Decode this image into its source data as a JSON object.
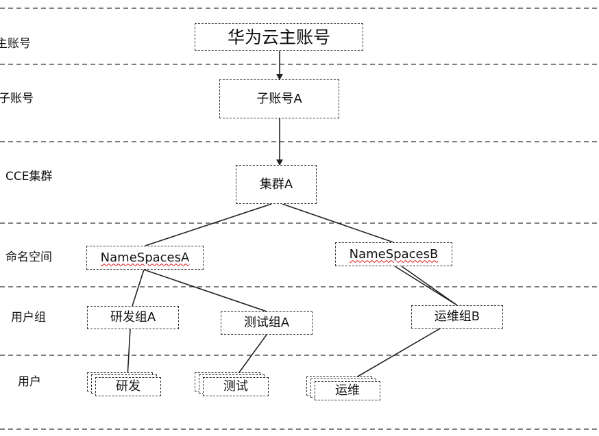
{
  "lanes": [
    {
      "id": "root-account",
      "label": "主账号"
    },
    {
      "id": "sub-account",
      "label": "子账号"
    },
    {
      "id": "cce-cluster",
      "label": "CCE集群"
    },
    {
      "id": "namespace",
      "label": "命名空间"
    },
    {
      "id": "user-group",
      "label": "用户组"
    },
    {
      "id": "user",
      "label": "用户"
    }
  ],
  "nodes": {
    "root": {
      "label": "华为云主账号"
    },
    "sub_a": {
      "label": "子账号A"
    },
    "cluster_a": {
      "label": "集群A"
    },
    "ns_a": {
      "label": "NameSpacesA"
    },
    "ns_b": {
      "label": "NameSpacesB"
    },
    "group_dev": {
      "label": "研发组A"
    },
    "group_test": {
      "label": "测试组A"
    },
    "group_ops": {
      "label": "运维组B"
    },
    "user_dev": {
      "label": "研发"
    },
    "user_test": {
      "label": "测试"
    },
    "user_ops": {
      "label": "运维"
    }
  },
  "edges": [
    {
      "from": "root",
      "to": "sub_a",
      "arrow": true
    },
    {
      "from": "sub_a",
      "to": "cluster_a",
      "arrow": true
    },
    {
      "from": "cluster_a",
      "to": "ns_a",
      "arrow": false
    },
    {
      "from": "cluster_a",
      "to": "ns_b",
      "arrow": false
    },
    {
      "from": "ns_a",
      "to": "group_dev",
      "arrow": false
    },
    {
      "from": "ns_a",
      "to": "group_test",
      "arrow": false
    },
    {
      "from": "ns_b",
      "to": "group_ops",
      "arrow": false
    },
    {
      "from": "group_dev",
      "to": "user_dev",
      "arrow": false
    },
    {
      "from": "group_test",
      "to": "user_test",
      "arrow": false
    },
    {
      "from": "group_ops",
      "to": "user_ops",
      "arrow": false
    }
  ],
  "colors": {
    "line": "#333333",
    "spellcheck_underline": "#dd1111"
  }
}
